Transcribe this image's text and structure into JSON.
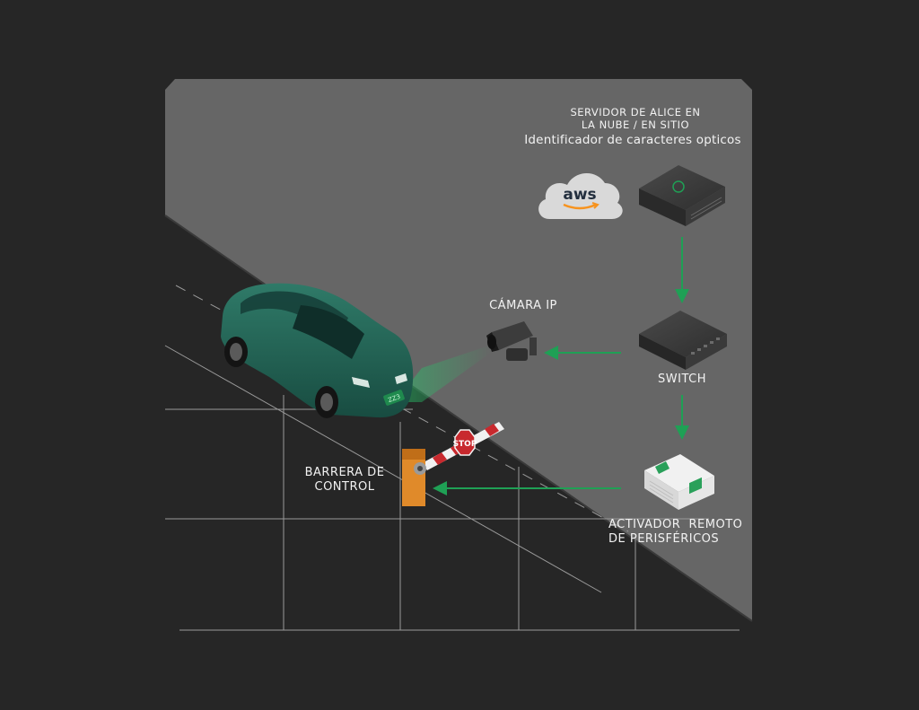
{
  "labels": {
    "server_line1": "SERVIDOR DE ALICE EN",
    "server_line2": "LA NUBE / EN SITIO",
    "ocr": "Identificador de caracteres opticos",
    "camera": "CÁMARA IP",
    "switch": "SWITCH",
    "barrier_line1": "BARRERA DE",
    "barrier_line2": "CONTROL",
    "activator_line1": "ACTIVADOR  REMOTO",
    "activator_line2": "DE PERISFÉRICOS"
  },
  "cloud_logo_text": "aws",
  "stop_sign_text": "STOP",
  "plate_text": "ZZ3",
  "icons": [
    "aws-cloud-icon",
    "server-icon",
    "switch-icon",
    "camera-icon",
    "activator-icon",
    "barrier-icon",
    "car-icon"
  ],
  "colors": {
    "background": "#262626",
    "panel": "#666666",
    "road": "#262626",
    "car": "#1f5c4f",
    "arrow": "#1fa055",
    "scan_beam": "#28c46a",
    "barrier_post": "#e08a2a",
    "stop_sign": "#c8292e"
  }
}
